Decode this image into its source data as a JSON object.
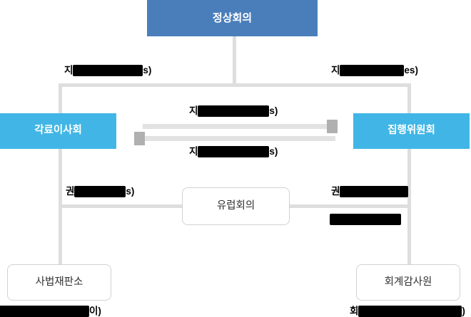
{
  "diagram": {
    "title": "EU institutional structure chart",
    "colors": {
      "summit_box": "#4a7ebb",
      "council_box": "#41b6e6",
      "connector_line": "#dededf",
      "arrow_shaft": "#e2e2e2",
      "arrow_head": "#b0b0b0",
      "outline_border": "#d2d2d2",
      "redaction": "#000000"
    },
    "nodes": {
      "summit": "정상회의",
      "council_of_ministers": "각료이사회",
      "executive_committee": "집행위원회",
      "european_assembly": "유럽회의",
      "court_of_justice": "사법재판소",
      "court_of_auditors": "회계감사원"
    },
    "edge_labels": [
      {
        "id": "summit-to-council-left",
        "visible_prefix": "지",
        "redacted_width": 98,
        "visible_suffix": "s)",
        "partial": true
      },
      {
        "id": "summit-to-executive-right",
        "visible_prefix": "지",
        "redacted_width": 90,
        "visible_suffix": "es)",
        "partial": true
      },
      {
        "id": "council-executive-top",
        "visible_prefix": "지",
        "redacted_width": 100,
        "visible_suffix": "s)",
        "partial": true
      },
      {
        "id": "council-executive-bottom",
        "visible_prefix": "지",
        "redacted_width": 100,
        "visible_suffix": "s)",
        "partial": true
      },
      {
        "id": "council-to-assembly-left",
        "visible_prefix": "권",
        "redacted_width": 72,
        "visible_suffix": "s)",
        "partial": true
      },
      {
        "id": "executive-to-assembly-right",
        "visible_prefix": "권",
        "redacted_width": 96,
        "visible_suffix": "",
        "partial": true
      },
      {
        "id": "executive-right-second",
        "visible_prefix": "",
        "redacted_width": 100,
        "visible_suffix": "",
        "partial": true
      },
      {
        "id": "court-of-justice-caption",
        "visible_prefix": "",
        "redacted_width": 133,
        "visible_suffix": "이)",
        "partial": true
      },
      {
        "id": "court-of-auditors-caption",
        "visible_prefix": "회",
        "redacted_width": 145,
        "visible_suffix": ")",
        "partial": true
      }
    ],
    "arrows": {
      "top": {
        "direction": "left-to-right",
        "head": "right"
      },
      "bottom": {
        "direction": "right-to-left",
        "head": "left"
      }
    }
  }
}
